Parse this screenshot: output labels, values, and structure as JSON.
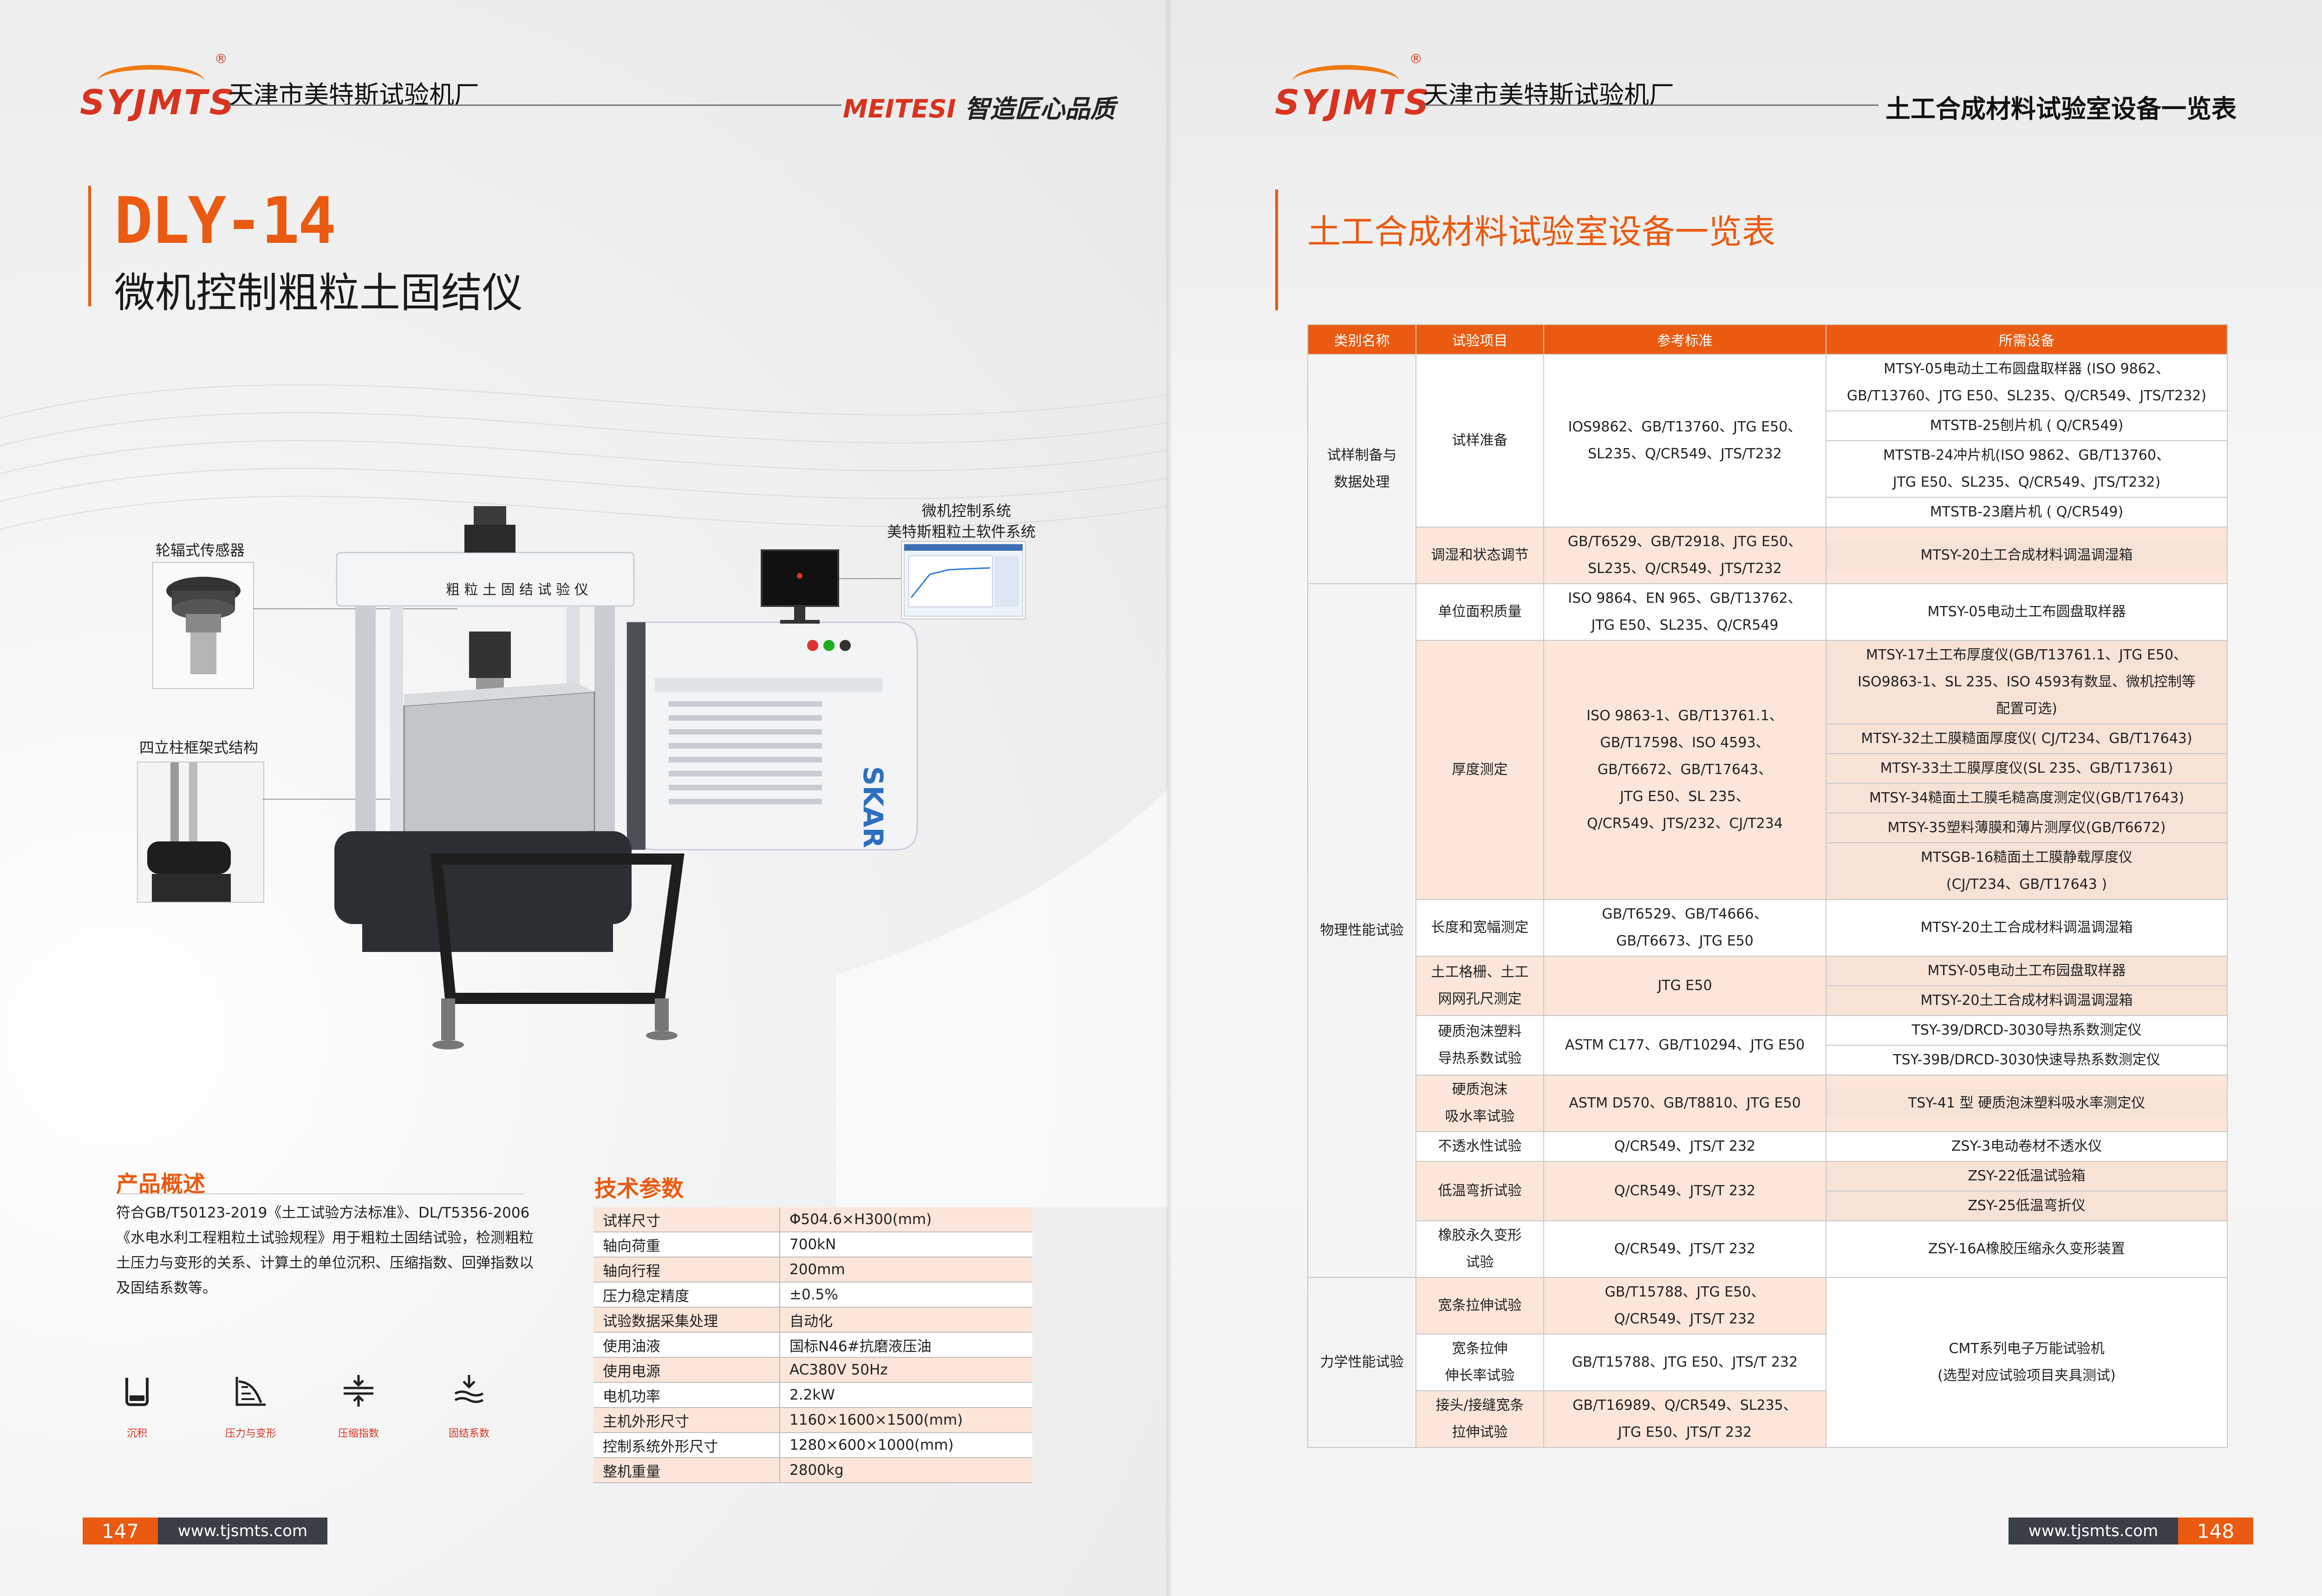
{
  "left": {
    "logo": "SYJMTS",
    "company": "天津市美特斯试验机厂",
    "slogan_brand": "MEITESI",
    "slogan_text": "智造匠心品质",
    "model": "DLY-14",
    "product_name": "微机控制粗粒土固结仪",
    "callouts": {
      "sensor": "轮辐式传感器",
      "frame": "四立柱框架式结构",
      "system_line1": "微机控制系统",
      "system_line2": "美特斯粗粒土软件系统"
    },
    "machine_label": "粗 粒 土 固 结 试 验 仪",
    "machine_brand": "SKAR",
    "overview": {
      "title": "产品概述",
      "text": "符合GB/T50123-2019《土工试验方法标准》、DL/T5356-2006《水电水利工程粗粒土试验规程》用于粗粒土固结试验，检测粗粒土压力与变形的关系、计算土的单位沉积、压缩指数、回弹指数以及固结系数等。"
    },
    "features": [
      {
        "label": "沉积",
        "icon": "container-icon"
      },
      {
        "label": "压力与变形",
        "icon": "deformation-curve-icon"
      },
      {
        "label": "压缩指数",
        "icon": "compression-icon"
      },
      {
        "label": "固结系数",
        "icon": "consolidation-icon"
      }
    ],
    "specs": {
      "title": "技术参数",
      "rows": [
        {
          "k": "试样尺寸",
          "v": "Φ504.6×H300(mm)"
        },
        {
          "k": "轴向荷重",
          "v": "700kN"
        },
        {
          "k": "轴向行程",
          "v": "200mm"
        },
        {
          "k": "压力稳定精度",
          "v": "±0.5%"
        },
        {
          "k": "试验数据采集处理",
          "v": "自动化"
        },
        {
          "k": "使用油液",
          "v": "国标N46#抗磨液压油"
        },
        {
          "k": "使用电源",
          "v": "AC380V 50Hz"
        },
        {
          "k": "电机功率",
          "v": "2.2kW"
        },
        {
          "k": "主机外形尺寸",
          "v": "1160×1600×1500(mm)"
        },
        {
          "k": "控制系统外形尺寸",
          "v": "1280×600×1000(mm)"
        },
        {
          "k": "整机重量",
          "v": "2800kg"
        }
      ]
    },
    "page_number": "147",
    "url": "www.tjsmts.com"
  },
  "right": {
    "logo": "SYJMTS",
    "company": "天津市美特斯试验机厂",
    "header_title": "土工合成材料试验室设备一览表",
    "title": "土工合成材料试验室设备一览表",
    "table": {
      "headers": [
        "类别名称",
        "试验项目",
        "参考标准",
        "所需设备"
      ],
      "groups": [
        {
          "category": "试样制备与\n数据处理",
          "items": [
            {
              "test": "试样准备",
              "std": "IOS9862、GB/T13760、JTG E50、\nSL235、Q/CR549、JTS/T232",
              "equip": [
                "MTSY-05电动土工布圆盘取样器 (ISO 9862、\nGB/T13760、JTG E50、SL235、Q/CR549、JTS/T232)",
                "MTSTB-25刨片机 ( Q/CR549)",
                "MTSTB-24冲片机(ISO 9862、GB/T13760、\nJTG E50、SL235、Q/CR549、JTS/T232)",
                "MTSTB-23磨片机 ( Q/CR549)"
              ]
            },
            {
              "test": "调湿和状态调节",
              "std": "GB/T6529、GB/T2918、JTG E50、\nSL235、Q/CR549、JTS/T232",
              "equip": [
                "MTSY-20土工合成材料调温调湿箱"
              ]
            }
          ]
        },
        {
          "category": "物理性能试验",
          "items": [
            {
              "test": "单位面积质量",
              "std": "ISO 9864、EN 965、GB/T13762、\nJTG E50、SL235、Q/CR549",
              "equip": [
                "MTSY-05电动土工布圆盘取样器"
              ]
            },
            {
              "test": "厚度测定",
              "std": "ISO 9863-1、GB/T13761.1、\nGB/T17598、ISO 4593、\nGB/T6672、GB/T17643、\nJTG E50、SL 235、\nQ/CR549、JTS/232、CJ/T234",
              "equip": [
                "MTSY-17土工布厚度仪(GB/T13761.1、JTG E50、\nISO9863-1、SL 235、ISO 4593有数显、微机控制等\n配置可选)",
                "MTSY-32土工膜糙面厚度仪( CJ/T234、GB/T17643)",
                "MTSY-33土工膜厚度仪(SL 235、GB/T17361)",
                "MTSY-34糙面土工膜毛糙高度测定仪(GB/T17643)",
                "MTSY-35塑料薄膜和薄片测厚仪(GB/T6672)",
                "MTSGB-16糙面土工膜静载厚度仪\n(CJ/T234、GB/T17643 )"
              ]
            },
            {
              "test": "长度和宽幅测定",
              "std": "GB/T6529、GB/T4666、\nGB/T6673、JTG E50",
              "equip": [
                "MTSY-20土工合成材料调温调湿箱"
              ]
            },
            {
              "test": "土工格栅、土工\n网网孔尺测定",
              "std": "JTG E50",
              "equip": [
                "MTSY-05电动土工布园盘取样器",
                "MTSY-20土工合成材料调温调湿箱"
              ]
            },
            {
              "test": "硬质泡沫塑料\n导热系数试验",
              "std": "ASTM C177、GB/T10294、JTG E50",
              "equip": [
                "TSY-39/DRCD-3030导热系数测定仪",
                "TSY-39B/DRCD-3030快速导热系数测定仪"
              ]
            },
            {
              "test": "硬质泡沫\n吸水率试验",
              "std": "ASTM D570、GB/T8810、JTG E50",
              "equip": [
                "TSY-41 型 硬质泡沫塑料吸水率测定仪"
              ]
            },
            {
              "test": "不透水性试验",
              "std": "Q/CR549、JTS/T 232",
              "equip": [
                "ZSY-3电动卷材不透水仪"
              ]
            },
            {
              "test": "低温弯折试验",
              "std": "Q/CR549、JTS/T 232",
              "equip": [
                "ZSY-22低温试验箱",
                "ZSY-25低温弯折仪"
              ]
            },
            {
              "test": "橡胶永久变形\n试验",
              "std": "Q/CR549、JTS/T 232",
              "equip": [
                "ZSY-16A橡胶压缩永久变形装置"
              ]
            }
          ]
        },
        {
          "category": "力学性能试验",
          "items": [
            {
              "test": "宽条拉伸试验",
              "std": "GB/T15788、JTG E50、\nQ/CR549、JTS/T 232"
            },
            {
              "test": "宽条拉伸\n伸长率试验",
              "std": "GB/T15788、JTG E50、JTS/T 232"
            },
            {
              "test": "接头/接缝宽条\n拉伸试验",
              "std": "GB/T16989、Q/CR549、SL235、\nJTG E50、JTS/T 232"
            }
          ],
          "shared_equip": "CMT系列电子万能试验机\n(选型对应试验项目夹具测试)"
        }
      ]
    },
    "page_number": "148",
    "url": "www.tjsmts.com"
  },
  "colors": {
    "accent": "#ea5a10",
    "logo_red": "#d8331f",
    "footer_dark": "#3a3f47",
    "row_tint": "#fbe6d9"
  }
}
